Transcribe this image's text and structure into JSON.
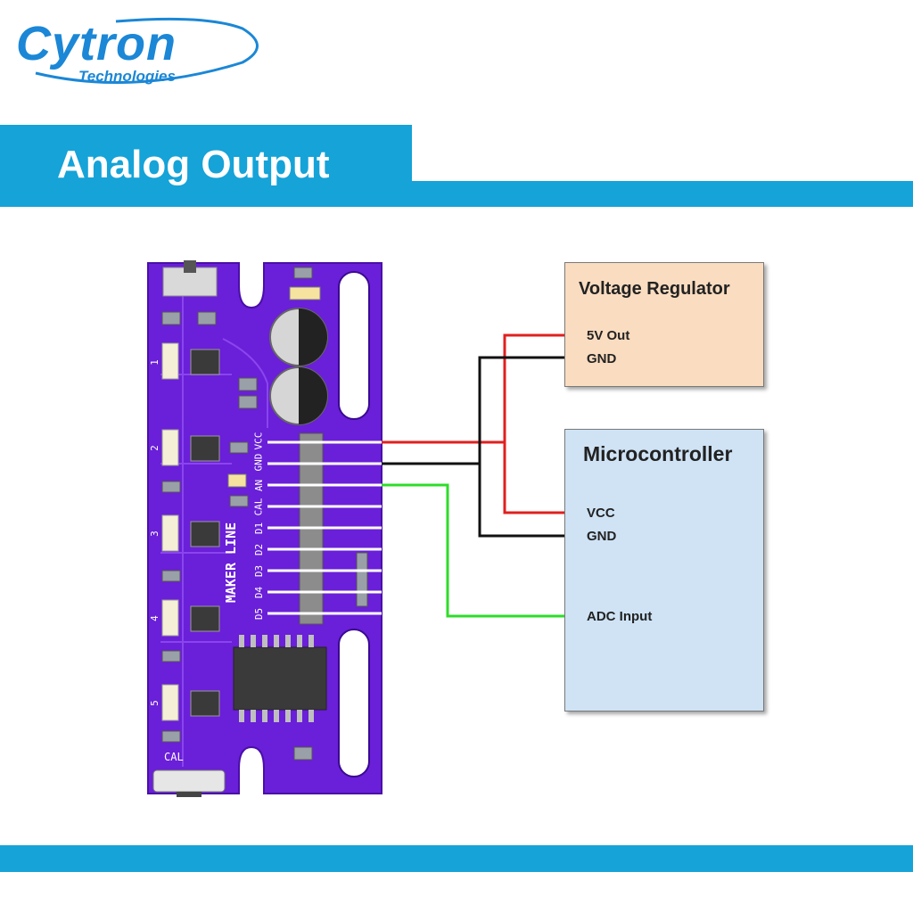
{
  "brand": {
    "name": "Cytron",
    "tagline": "Technologies",
    "color": "#1b87d6"
  },
  "title": "Analog Output",
  "colors": {
    "accent_bar": "#15a3d8",
    "pcb": "#6a1fd8",
    "wire_power": "#e0201f",
    "wire_ground": "#111111",
    "wire_signal": "#2ddc2a",
    "regulator_fill": "#fadcc0",
    "microcontroller_fill": "#cfe3f5"
  },
  "board": {
    "name": "MAKER LINE",
    "sensor_labels": [
      "1",
      "2",
      "3",
      "4",
      "5"
    ],
    "pin_labels": [
      "GND",
      "VCC",
      "AN",
      "CAL",
      "D1",
      "D2",
      "D3",
      "D4",
      "D5"
    ],
    "cal_label": "CAL"
  },
  "voltage_regulator": {
    "title": "Voltage Regulator",
    "pins": [
      "5V Out",
      "GND"
    ]
  },
  "microcontroller": {
    "title": "Microcontroller",
    "pins": [
      "VCC",
      "GND",
      "ADC Input"
    ]
  }
}
